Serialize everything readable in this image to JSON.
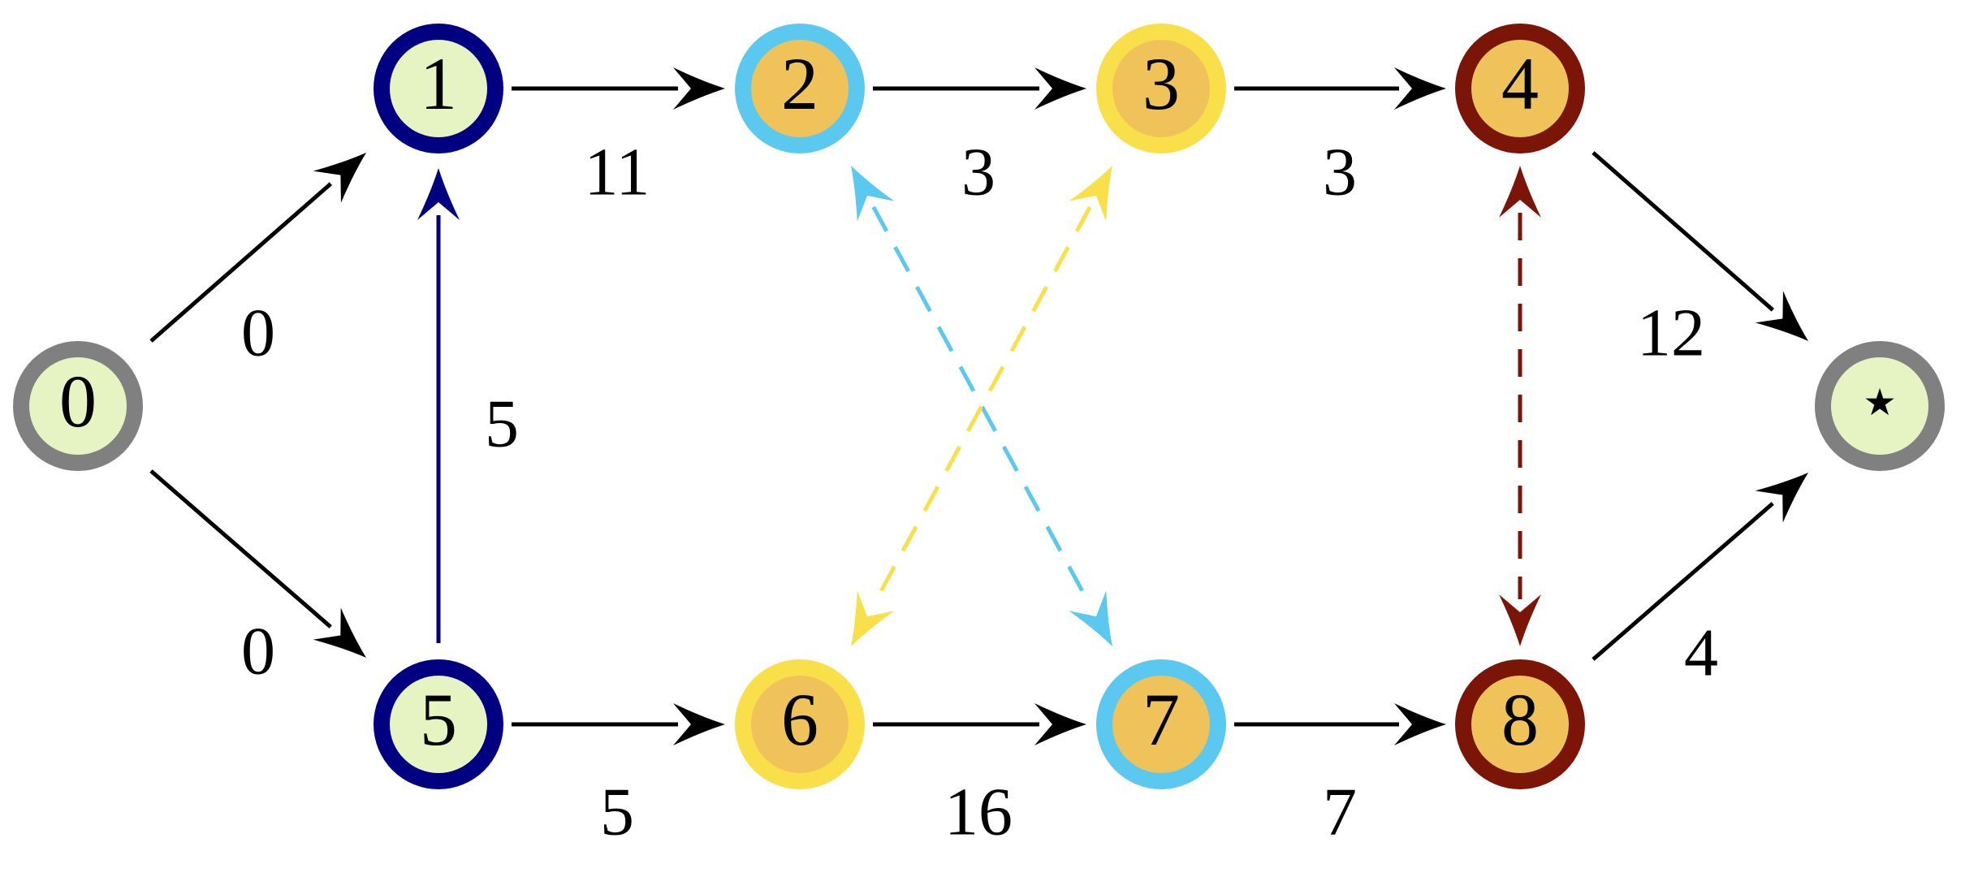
{
  "colors": {
    "edge_black": "#000000",
    "navy": "#000080",
    "sky": "#5bc8f0",
    "yellow": "#f9e04b",
    "maroon": "#7a1508",
    "gray": "#808080",
    "fill_light": "#e5f4c2",
    "fill_orange": "#efc25a"
  },
  "nodes": [
    {
      "id": "n0",
      "label": "0",
      "ring": "gray",
      "fill": "fill_light"
    },
    {
      "id": "n1",
      "label": "1",
      "ring": "navy",
      "fill": "fill_light"
    },
    {
      "id": "n2",
      "label": "2",
      "ring": "sky",
      "fill": "fill_orange"
    },
    {
      "id": "n3",
      "label": "3",
      "ring": "yellow",
      "fill": "fill_orange"
    },
    {
      "id": "n4",
      "label": "4",
      "ring": "maroon",
      "fill": "fill_orange"
    },
    {
      "id": "n5",
      "label": "5",
      "ring": "navy",
      "fill": "fill_light"
    },
    {
      "id": "n6",
      "label": "6",
      "ring": "yellow",
      "fill": "fill_orange"
    },
    {
      "id": "n7",
      "label": "7",
      "ring": "sky",
      "fill": "fill_orange"
    },
    {
      "id": "n8",
      "label": "8",
      "ring": "maroon",
      "fill": "fill_orange"
    },
    {
      "id": "nstar",
      "label": "⋆",
      "ring": "gray",
      "fill": "fill_light"
    }
  ],
  "edges": [
    {
      "from": "n0",
      "to": "n1",
      "label": "0",
      "color": "edge_black",
      "style": "solid"
    },
    {
      "from": "n0",
      "to": "n5",
      "label": "0",
      "color": "edge_black",
      "style": "solid"
    },
    {
      "from": "n5",
      "to": "n1",
      "label": "5",
      "color": "navy",
      "style": "solid"
    },
    {
      "from": "n1",
      "to": "n2",
      "label": "11",
      "color": "edge_black",
      "style": "solid"
    },
    {
      "from": "n2",
      "to": "n3",
      "label": "3",
      "color": "edge_black",
      "style": "solid"
    },
    {
      "from": "n3",
      "to": "n4",
      "label": "3",
      "color": "edge_black",
      "style": "solid"
    },
    {
      "from": "n4",
      "to": "nstar",
      "label": "12",
      "color": "edge_black",
      "style": "solid"
    },
    {
      "from": "n5",
      "to": "n6",
      "label": "5",
      "color": "edge_black",
      "style": "solid"
    },
    {
      "from": "n6",
      "to": "n7",
      "label": "16",
      "color": "edge_black",
      "style": "solid"
    },
    {
      "from": "n7",
      "to": "n8",
      "label": "7",
      "color": "edge_black",
      "style": "solid"
    },
    {
      "from": "n8",
      "to": "nstar",
      "label": "4",
      "color": "edge_black",
      "style": "solid"
    },
    {
      "from": "n2",
      "to": "n7",
      "label": "",
      "color": "sky",
      "style": "dashed",
      "bidirectional": true
    },
    {
      "from": "n3",
      "to": "n6",
      "label": "",
      "color": "yellow",
      "style": "dashed",
      "bidirectional": true
    },
    {
      "from": "n4",
      "to": "n8",
      "label": "",
      "color": "maroon",
      "style": "dashed",
      "bidirectional": true
    }
  ]
}
